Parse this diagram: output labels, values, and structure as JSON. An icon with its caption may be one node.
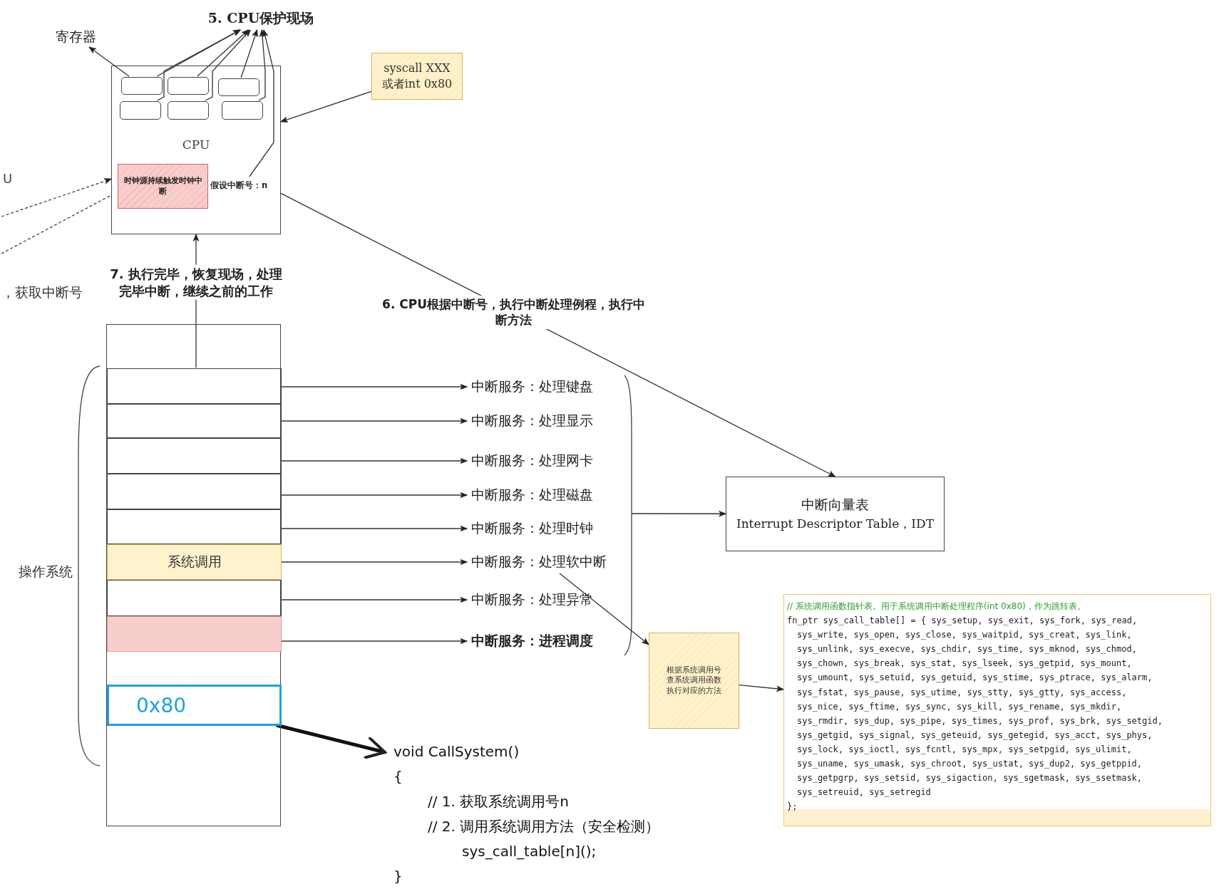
{
  "diagram": {
    "nodes": [
      {
        "text": [
          "CPU"
        ]
      },
      {
        "text": [],
        "shape": "box",
        "in": 0
      },
      {
        "text": [],
        "shape": "box",
        "in": 0
      },
      {
        "text": [],
        "shape": "box",
        "in": 0
      },
      {
        "text": [],
        "shape": "box",
        "in": 0
      },
      {
        "text": [],
        "shape": "box",
        "in": 0
      },
      {
        "text": [],
        "shape": "box",
        "in": 0
      },
      {
        "text": [
          "时钟源持续触发时钟中断"
        ],
        "in": 0
      },
      {
        "text": [
          "假设中断号：n"
        ],
        "in": 0
      },
      {
        "text": [
          "寄存器"
        ]
      },
      {
        "text": [
          "5. CPU保护现场"
        ]
      },
      {
        "text": [
          "syscall XXX 或者int 0x80"
        ]
      },
      {
        "text": [],
        "shape": "box"
      },
      {
        "text": [],
        "shape": "box",
        "in": 12
      },
      {
        "text": [],
        "shape": "box",
        "in": 12
      },
      {
        "text": [],
        "shape": "box",
        "in": 12
      },
      {
        "text": [],
        "shape": "box",
        "in": 12
      },
      {
        "text": [],
        "shape": "box",
        "in": 12
      },
      {
        "text": [
          "系统调用"
        ],
        "in": 12
      },
      {
        "text": [],
        "shape": "box",
        "in": 12
      },
      {
        "text": [],
        "shape": "box",
        "in": 12
      },
      {
        "text": [
          "0x80"
        ],
        "in": 12
      },
      {
        "text": [
          "中断服务：处理键盘"
        ]
      },
      {
        "text": [
          "中断服务：处理显示"
        ]
      },
      {
        "text": [
          "中断服务：处理网卡"
        ]
      },
      {
        "text": [
          "中断服务：处理磁盘"
        ]
      },
      {
        "text": [
          "中断服务：处理时钟"
        ]
      },
      {
        "text": [
          "中断服务：处理软中断"
        ]
      },
      {
        "text": [
          "中断服务：处理异常"
        ]
      },
      {
        "text": [
          "中断服务：进程调度"
        ]
      },
      {
        "text": [
          "中断向量表",
          "Interrupt Descriptor Table，IDT"
        ]
      },
      {
        "text": [
          "根据系统调用号查系统调用函数执行对应的方法"
        ]
      },
      {
        "text": [
          "// 系统调用函数指针表。用于系统调用中断处理程序(int 0x80)，作为跳转表。",
          "fn_ptr sys_call_table[] = { sys_setup, sys_exit, sys_fork, sys_read,",
          "sys_write, sys_open, sys_close, sys_waitpid, sys_creat, sys_link,",
          "sys_unlink, sys_execve, sys_chdir, sys_time, sys_mknod, sys_chmod,",
          "sys_chown, sys_break, sys_stat, sys_lseek, sys_getpid, sys_mount,",
          "sys_umount, sys_setuid, sys_getuid, sys_stime, sys_ptrace, sys_alarm,",
          "sys_fstat, sys_pause, sys_utime, sys_stty, sys_gtty, sys_access,",
          "sys_nice, sys_ftime, sys_sync, sys_kill, sys_rename, sys_mkdir,",
          "sys_rmdir, sys_dup, sys_pipe, sys_times, sys_prof, sys_brk, sys_setgid,",
          "sys_getgid, sys_signal, sys_geteuid, sys_getegid, sys_acct, sys_phys,",
          "sys_lock, sys_ioctl, sys_fcntl, sys_mpx, sys_setpgid, sys_ulimit,",
          "sys_uname, sys_umask, sys_chroot, sys_ustat, sys_dup2, sys_getppid,",
          "sys_getpgrp, sys_setsid, sys_sigaction, sys_sgetmask, sys_ssetmask,",
          "sys_setreuid, sys_setregid",
          "};"
        ]
      },
      {
        "text": [
          "void CallSystem()",
          "{",
          "// 1. 获取系统调用号n",
          "// 2. 调用系统调用方法（安全检测）",
          "sys_call_table[n]();",
          "}"
        ]
      }
    ],
    "edges": [
      {
        "from": 1,
        "to": 9,
        "arrow": "to"
      },
      {
        "from": 1,
        "to": 10,
        "arrow": "to"
      },
      {
        "from": 2,
        "to": 10,
        "arrow": "to"
      },
      {
        "from": 3,
        "to": 10,
        "arrow": "to"
      },
      {
        "from": 4,
        "to": 10,
        "arrow": "to"
      },
      {
        "from": 5,
        "to": 10,
        "arrow": "to"
      },
      {
        "from": 6,
        "to": 10,
        "arrow": "to"
      },
      {
        "from": 8,
        "to": 10,
        "arrow": "to"
      },
      {
        "from": 11,
        "to": 0,
        "arrow": "to"
      },
      {
        "from": null,
        "to": 0,
        "arrow": "to",
        "style": "dashed"
      },
      {
        "from": null,
        "to": 0,
        "arrow": "none",
        "style": "dashed"
      },
      {
        "from": 13,
        "to": 0,
        "arrow": "to",
        "label": "7. 执行完毕，恢复现场，处理完毕中断，继续之前的工作"
      },
      {
        "from": 0,
        "to": 30,
        "arrow": "to",
        "label": "6. CPU根据中断号，执行中断处理例程，执行中断方法"
      },
      {
        "from": 13,
        "to": 22,
        "arrow": "to"
      },
      {
        "from": 14,
        "to": 23,
        "arrow": "to"
      },
      {
        "from": 15,
        "to": 24,
        "arrow": "to"
      },
      {
        "from": 16,
        "to": 25,
        "arrow": "to"
      },
      {
        "from": 17,
        "to": 26,
        "arrow": "to"
      },
      {
        "from": 18,
        "to": 27,
        "arrow": "to"
      },
      {
        "from": 19,
        "to": 28,
        "arrow": "to"
      },
      {
        "from": 20,
        "to": 29,
        "arrow": "to"
      },
      {
        "from": null,
        "to": 30,
        "arrow": "to"
      },
      {
        "from": 27,
        "to": 31,
        "arrow": "to"
      },
      {
        "from": 31,
        "to": 32,
        "arrow": "to"
      },
      {
        "from": 21,
        "to": 33,
        "arrow": "to",
        "style": "thick"
      }
    ],
    "labels": [
      "U",
      "，获取中断号",
      "操作系统"
    ]
  }
}
